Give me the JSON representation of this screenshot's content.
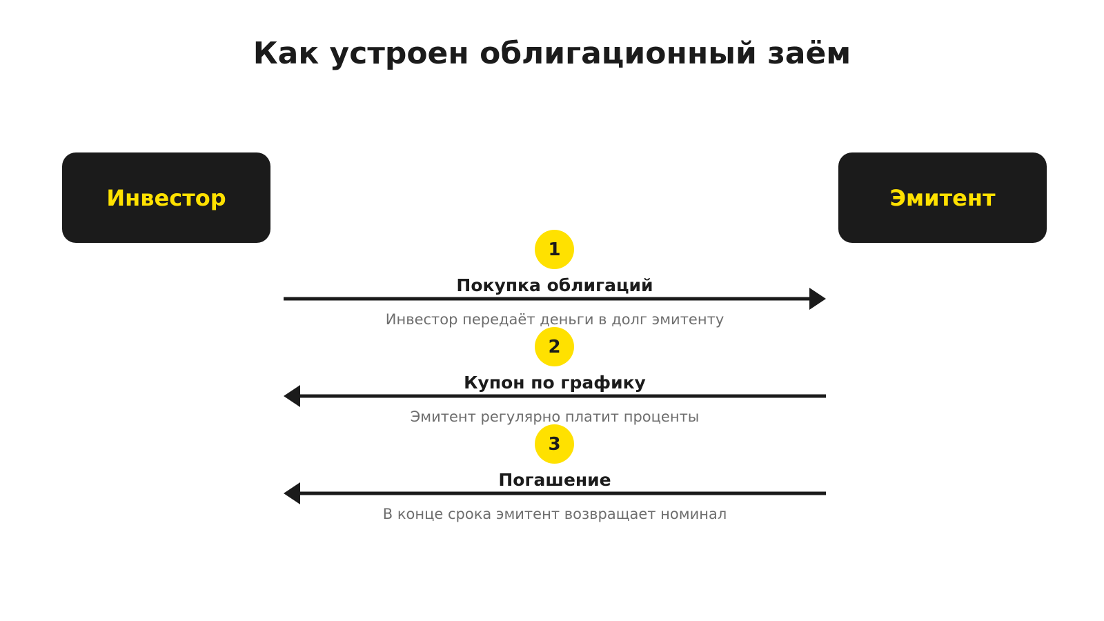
{
  "title": "Как устроен облигационный заём",
  "actors": {
    "left": "Инвестор",
    "right": "Эмитент"
  },
  "steps": [
    {
      "number": "1",
      "label": "Покупка облигаций",
      "description": "Инвестор передаёт деньги в долг эмитенту",
      "direction": "left-to-right"
    },
    {
      "number": "2",
      "label": "Купон по графику",
      "description": "Эмитент регулярно платит проценты",
      "direction": "right-to-left"
    },
    {
      "number": "3",
      "label": "Погашение",
      "description": "В конце срока эмитент возвращает номинал",
      "direction": "right-to-left"
    }
  ],
  "colors": {
    "dark": "#1b1b1b",
    "accent": "#ffe100",
    "muted": "#6e6e6e",
    "background": "#ffffff"
  }
}
